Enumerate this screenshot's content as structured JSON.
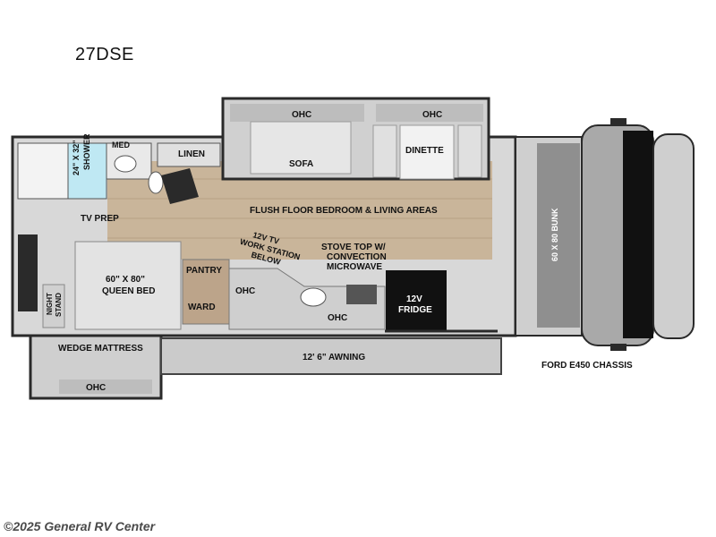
{
  "model": "27DSE",
  "labels": {
    "med": "MED",
    "shower_l1": "24\" X 32\"",
    "shower_l2": "SHOWER",
    "linen": "LINEN",
    "ohc": "OHC",
    "sofa": "SOFA",
    "dinette": "DINETTE",
    "bunk": "60 X 80 BUNK",
    "flush_floor": "FLUSH FLOOR BEDROOM & LIVING AREAS",
    "tv_prep": "TV PREP",
    "tv_station_l1": "12V TV",
    "tv_station_l2": "WORK STATION",
    "tv_station_l3": "BELOW",
    "stove_l1": "STOVE TOP W/",
    "stove_l2": "CONVECTION",
    "stove_l3": "MICROWAVE",
    "bed_l1": "60\" X 80\"",
    "bed_l2": "QUEEN BED",
    "pantry": "PANTRY",
    "ward": "WARD",
    "fridge_l1": "12V",
    "fridge_l2": "FRIDGE",
    "night_l1": "NIGHT",
    "night_l2": "STAND",
    "wedge": "WEDGE MATTRESS",
    "awning": "12' 6\" AWNING",
    "chassis": "FORD E450 CHASSIS"
  },
  "watermark": "©2025 General RV Center"
}
